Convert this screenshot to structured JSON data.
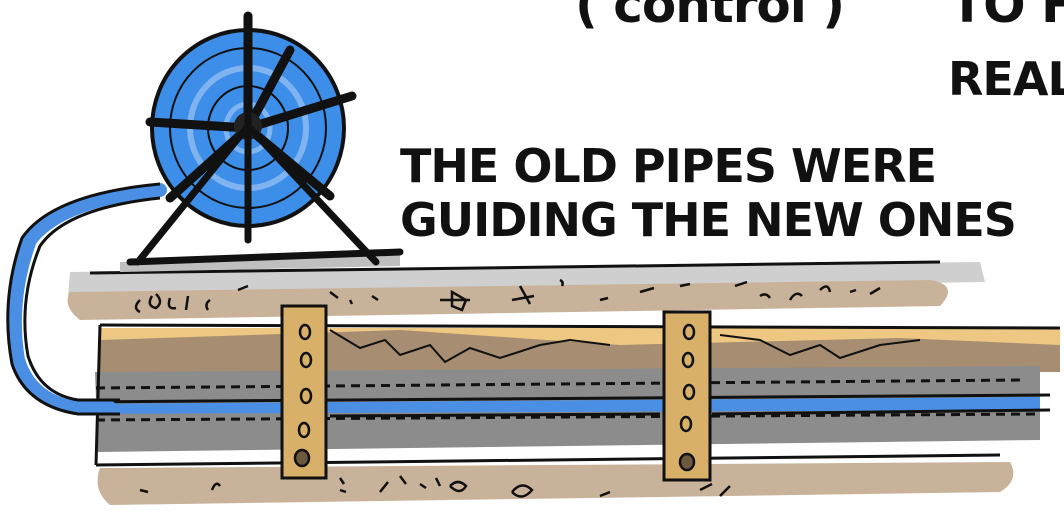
{
  "caption": {
    "line1": "THE OLD PIPES WERE",
    "line2": "GUIDING THE NEW ONES"
  },
  "top_fragments": {
    "paren": "( control )",
    "right_top": "TO FO",
    "right_mid": "REAL"
  },
  "colors": {
    "soil": "#c9b29a",
    "soil_dark": "#a78e72",
    "grout": "#e8b45a",
    "pipe_gray": "#8c8c8c",
    "pipe_blue": "#4a8fe3",
    "reel_blue": "#3d8ee8",
    "ink": "#111111",
    "ground_gray": "#cfcfcf"
  },
  "icons": {
    "reel": "cable-reel-icon",
    "hose": "hose-icon",
    "connector": "pipe-connector-icon"
  }
}
